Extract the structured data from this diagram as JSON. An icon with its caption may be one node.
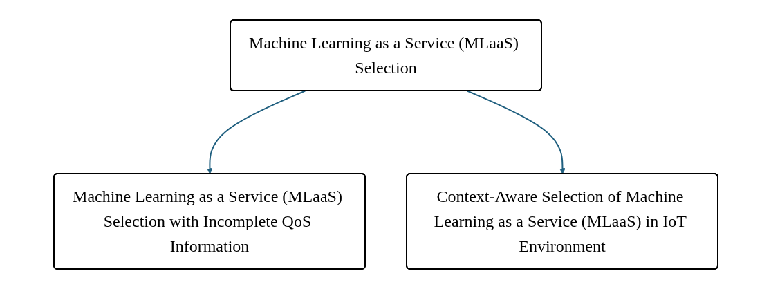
{
  "diagram": {
    "nodes": [
      {
        "text": [
          "Machine Learning as a Service (MLaaS) Selection"
        ]
      },
      {
        "text": [
          "Machine Learning as a Service (MLaaS) Selection with Incomplete QoS Information"
        ]
      },
      {
        "text": [
          "Context-Aware Selection of Machine Learning as a Service (MLaaS) in IoT Environment"
        ]
      }
    ],
    "edges": [
      {
        "from": 0,
        "to": 1,
        "arrow": "to"
      },
      {
        "from": 0,
        "to": 2,
        "arrow": "to"
      }
    ]
  }
}
